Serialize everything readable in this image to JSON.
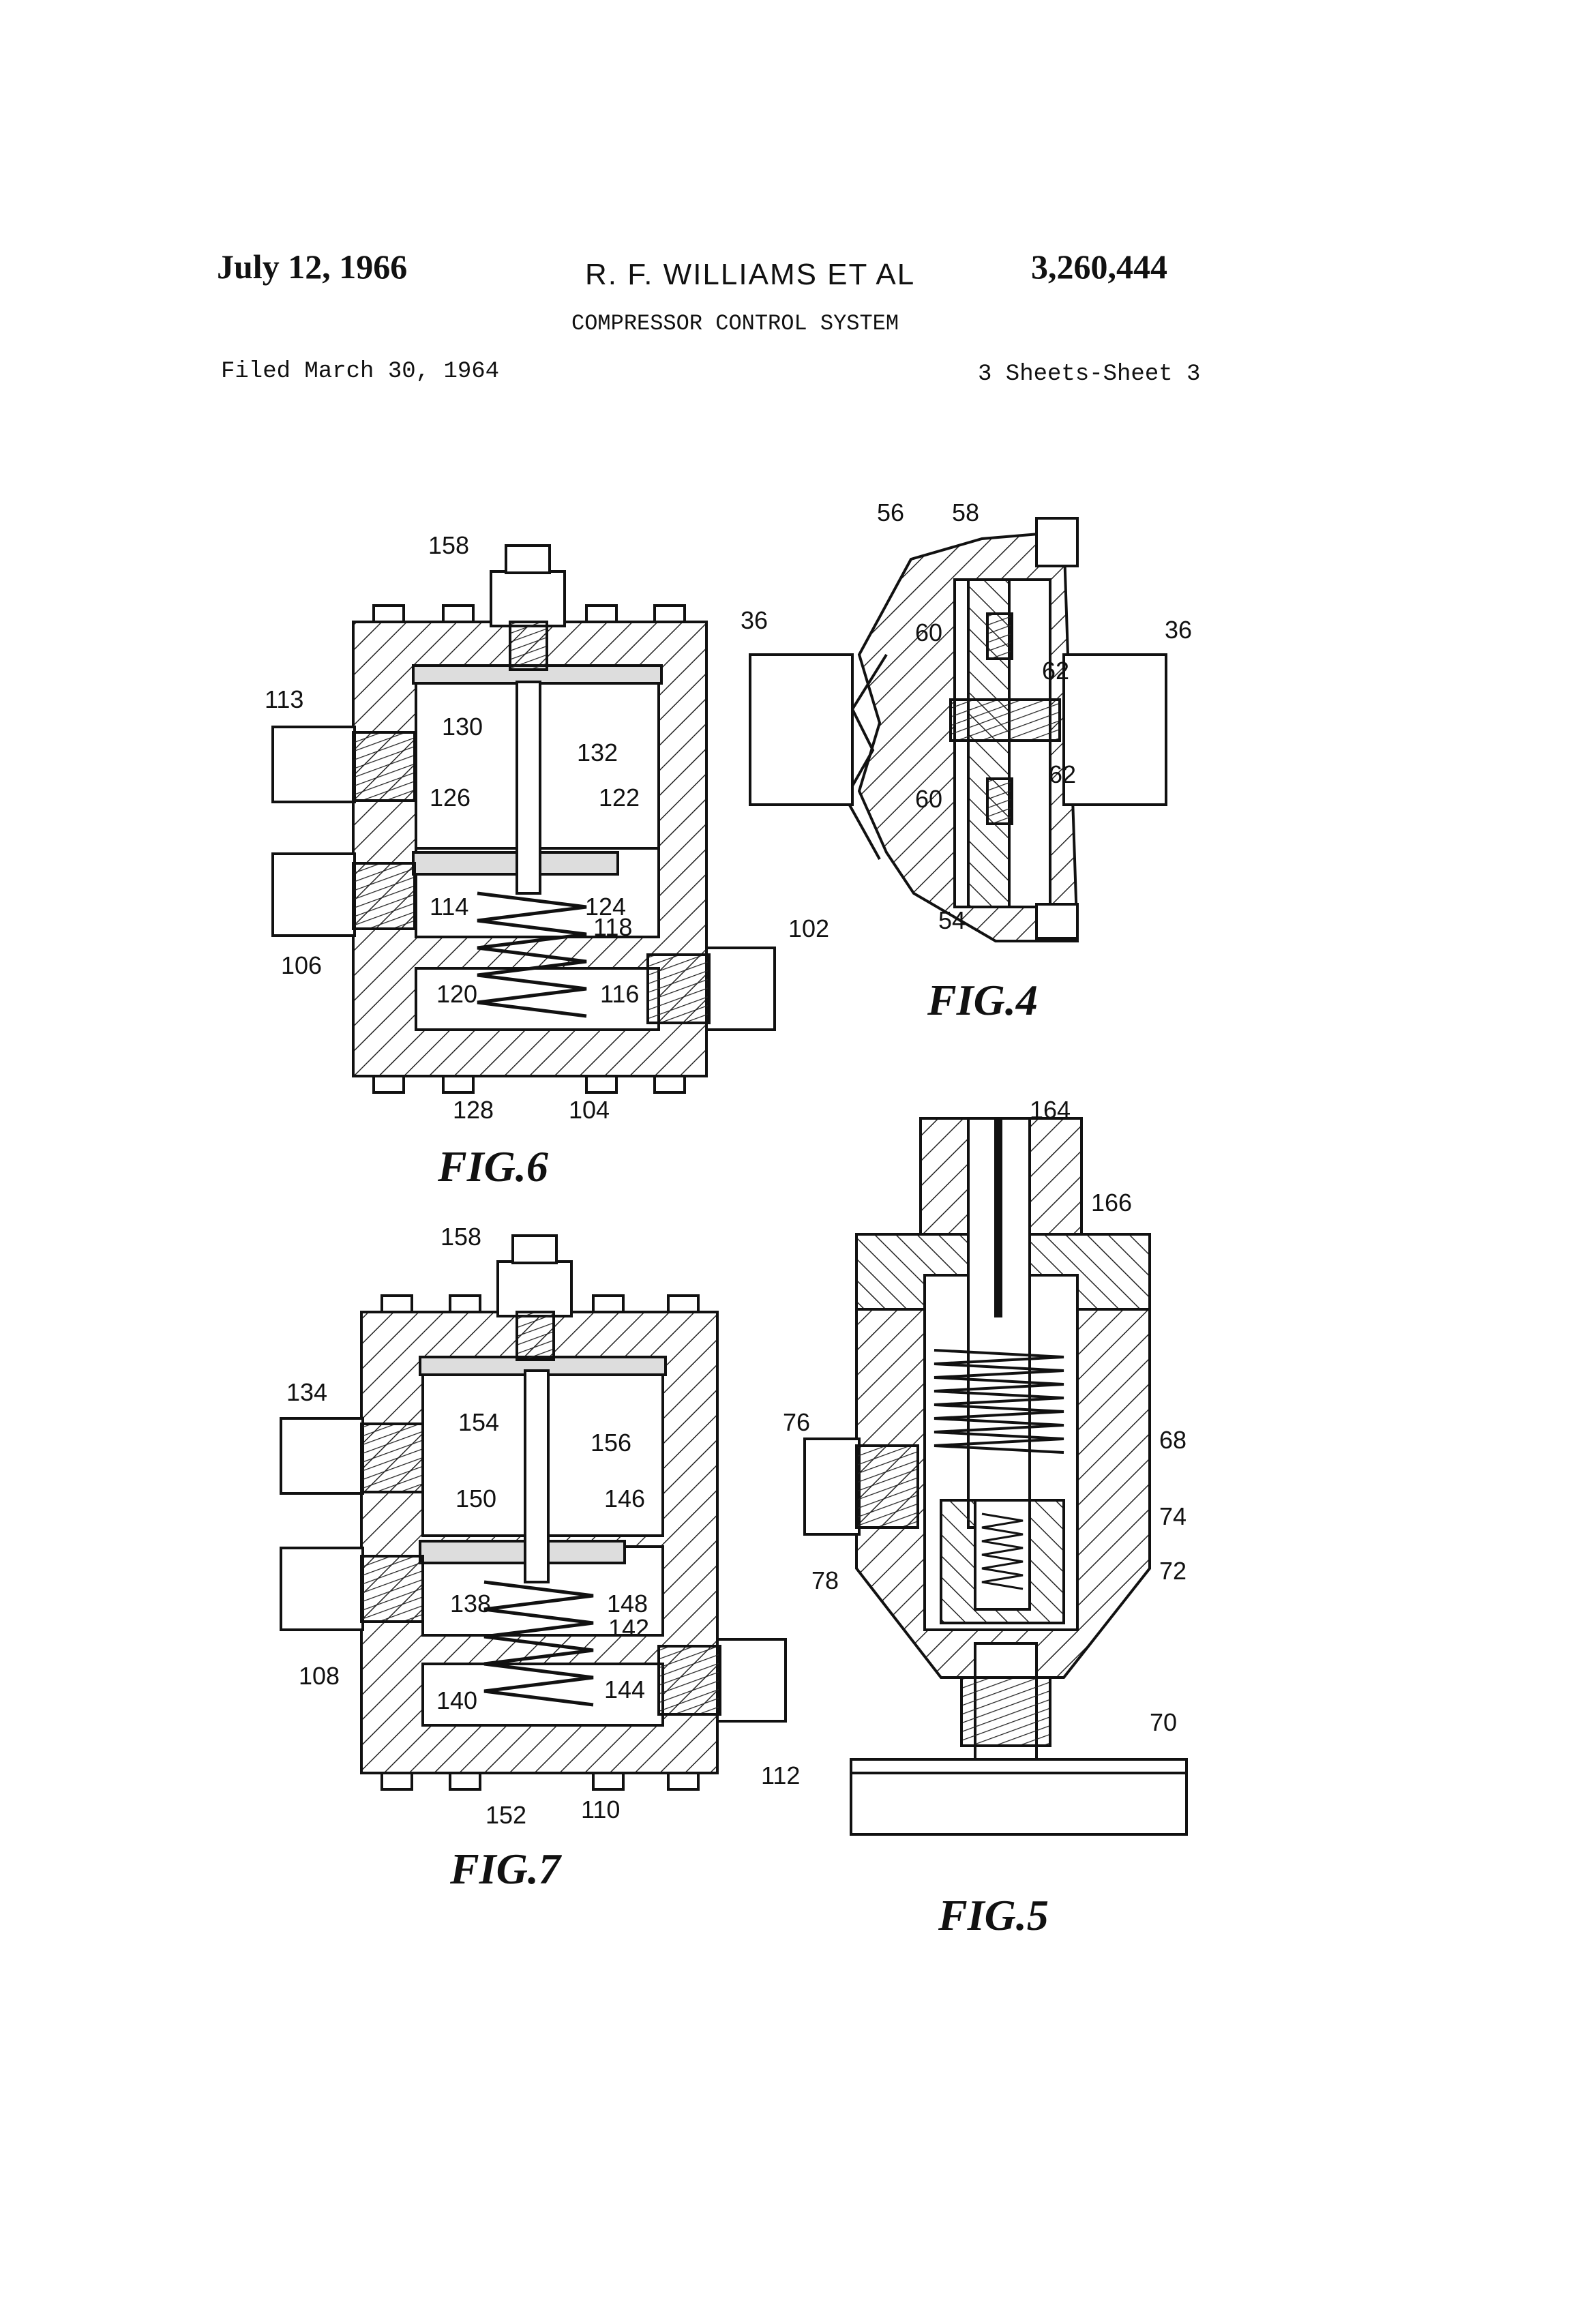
{
  "header": {
    "date": "July 12, 1966",
    "inventor": "R. F. WILLIAMS ET AL",
    "patent_number": "3,260,444",
    "title": "COMPRESSOR CONTROL SYSTEM",
    "filed": "Filed March 30, 1964",
    "sheets": "3 Sheets-Sheet 3"
  },
  "figures": {
    "fig6": {
      "caption": "FIG.6",
      "labels": {
        "l158": "158",
        "l113": "113",
        "l130": "130",
        "l132": "132",
        "l126": "126",
        "l122": "122",
        "l114": "114",
        "l124": "124",
        "l118": "118",
        "l106": "106",
        "l102": "102",
        "l120": "120",
        "l116": "116",
        "l128": "128",
        "l104": "104"
      }
    },
    "fig4": {
      "caption": "FIG.4",
      "labels": {
        "l56": "56",
        "l58": "58",
        "l36a": "36",
        "l36b": "36",
        "l60a": "60",
        "l62a": "62",
        "l60b": "60",
        "l62b": "62",
        "l54": "54"
      }
    },
    "fig7": {
      "caption": "FIG.7",
      "labels": {
        "l158": "158",
        "l134": "134",
        "l154": "154",
        "l156": "156",
        "l150": "150",
        "l146": "146",
        "l108": "108",
        "l138": "138",
        "l148": "148",
        "l142": "142",
        "l140": "140",
        "l144": "144",
        "l112": "112",
        "l152": "152",
        "l110": "110"
      }
    },
    "fig5": {
      "caption": "FIG.5",
      "labels": {
        "l164": "164",
        "l166": "166",
        "l76": "76",
        "l68": "68",
        "l74": "74",
        "l78": "78",
        "l72": "72",
        "l70": "70"
      }
    }
  }
}
